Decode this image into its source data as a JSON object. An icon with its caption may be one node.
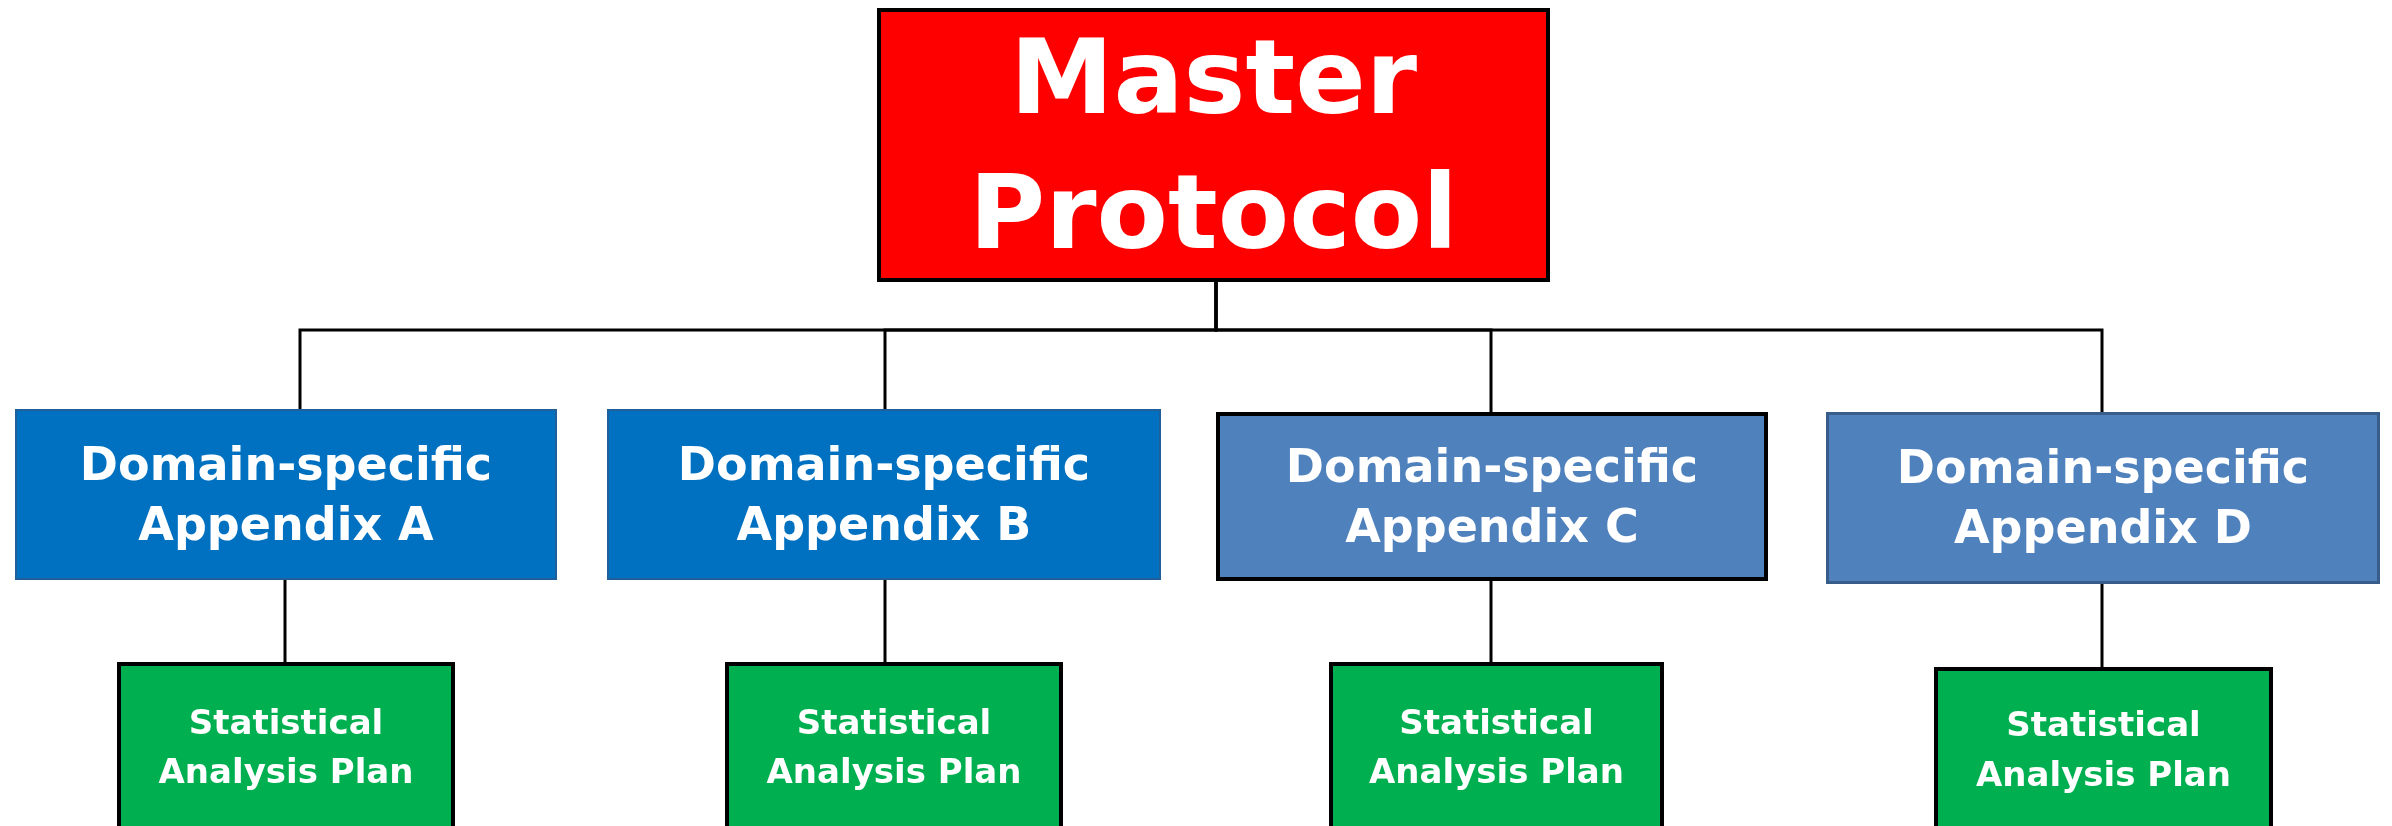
{
  "diagram": {
    "nodes": [
      {
        "text": [
          "Master Protocol"
        ]
      },
      {
        "text": [
          "Domain-specific Appendix A"
        ]
      },
      {
        "text": [
          "Domain-specific Appendix B"
        ]
      },
      {
        "text": [
          "Domain-specific Appendix C"
        ]
      },
      {
        "text": [
          "Domain-specific Appendix D"
        ]
      },
      {
        "text": [
          "Statistical Analysis Plan"
        ]
      },
      {
        "text": [
          "Statistical Analysis Plan"
        ]
      },
      {
        "text": [
          "Statistical Analysis Plan"
        ]
      },
      {
        "text": [
          "Statistical Analysis Plan"
        ]
      }
    ],
    "edges": [
      {
        "from": 0,
        "to": 1,
        "arrow": "none"
      },
      {
        "from": 0,
        "to": 2,
        "arrow": "none"
      },
      {
        "from": 0,
        "to": 3,
        "arrow": "none"
      },
      {
        "from": 0,
        "to": 4,
        "arrow": "none"
      },
      {
        "from": 1,
        "to": 5,
        "arrow": "none"
      },
      {
        "from": 2,
        "to": 6,
        "arrow": "none"
      },
      {
        "from": 3,
        "to": 7,
        "arrow": "none"
      },
      {
        "from": 4,
        "to": 8,
        "arrow": "none"
      }
    ]
  }
}
